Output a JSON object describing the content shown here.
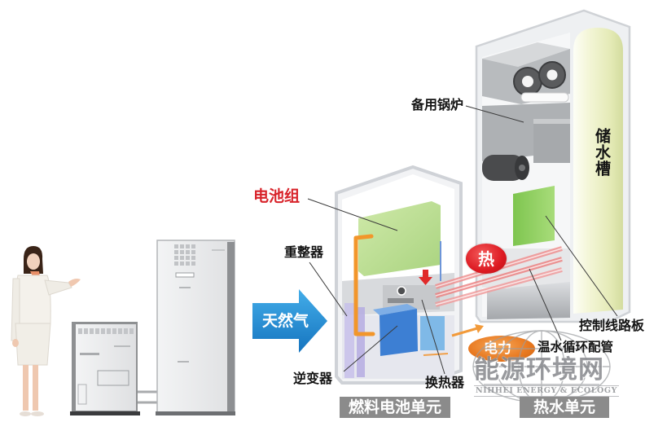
{
  "fuel_cell_unit": {
    "title": "燃料电池单元",
    "components": {
      "battery_stack": "电池组",
      "reformer": "重整器",
      "inverter": "逆变器",
      "heat_exchanger": "换热器"
    }
  },
  "hot_water_unit": {
    "title": "热水单元",
    "components": {
      "backup_boiler": "备用锅炉",
      "storage_tank": "储水槽",
      "control_board": "控制线路板",
      "hot_water_pipe": "温水循环配管"
    }
  },
  "flows": {
    "input": "天然气",
    "heat": "热",
    "electricity": "电力"
  },
  "watermark": {
    "title": "能源环境网",
    "subtitle": "NIHHEI ENERGY & ECOLOGY"
  },
  "colors": {
    "battery-label": "#d8232a",
    "gas-arrow": "#1f86d0",
    "heat-badge": "#dd1a22",
    "power-badge": "#e8781f",
    "unit-label-bg": "#8b8b8b",
    "watermark": "#8a8c90"
  }
}
